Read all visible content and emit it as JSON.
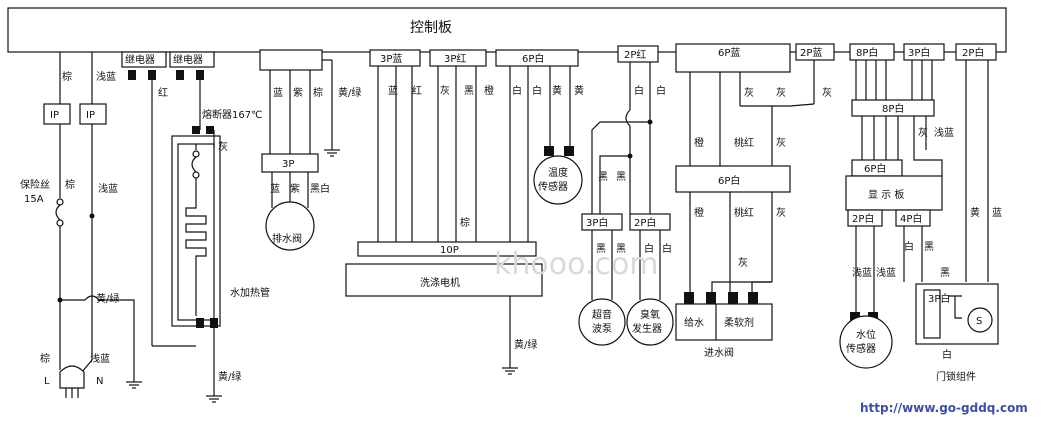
{
  "board": {
    "title": "控制板"
  },
  "relays": [
    "继电器",
    "继电器"
  ],
  "connectors": {
    "drain_3p_top": "",
    "lead_3p_blue": "3P蓝",
    "lead_3p_red": "3P红",
    "lead_6p_white": "6P白",
    "lead_2p_red": "2P红",
    "lead_6p_blue": "6P蓝",
    "lead_2p_blue": "2P蓝",
    "lead_8p_white": "8P白",
    "lead_3p_white": "3P白",
    "lead_2p_white": "2P白",
    "drain_3p": "3P",
    "motor_10p": "10P",
    "mid_8p_white": "8P白",
    "mid_6p_white_display": "6P白",
    "mid_6p_white_valve": "6P白",
    "disp_2p_white": "2P白",
    "disp_4p_white": "4P白",
    "sensor_3p_white": "3P白",
    "sensor_2p_white": "2P白",
    "door_3p_white": "3P白"
  },
  "ip_labels": [
    "IP",
    "IP"
  ],
  "wire_labels": {
    "brown": "棕",
    "light_blue": "浅蓝",
    "red": "红",
    "gray": "灰",
    "blue": "蓝",
    "purple": "紫",
    "yellow_green": "黄/绿",
    "black": "黑",
    "orange": "橙",
    "white": "白",
    "yellow": "黄",
    "pink_red": "桃红",
    "black_white": "黑白"
  },
  "components": {
    "fuse": "保险丝",
    "fuse_rating": "15A",
    "thermal_fuse": "熔断器167℃",
    "heater": "水加热管",
    "drain_valve": "排水阀",
    "wash_motor": "洗涤电机",
    "temp_sensor": [
      "温度",
      "传感器"
    ],
    "ultrasonic_pump": [
      "超音",
      "波泵"
    ],
    "ozone_generator": [
      "臭氧",
      "发生器"
    ],
    "inlet_valve": "进水阀",
    "valve_feed": "给水",
    "valve_softener": "柔软剂",
    "display_board": "显 示 板",
    "water_level_sensor": [
      "水位",
      "传感器"
    ],
    "door_lock": "门锁组件",
    "door_lock_s": "S",
    "door_lock_3p": "3P白"
  },
  "plug": {
    "L": "L",
    "N": "N"
  },
  "watermark": "khooo.com",
  "url": "http://www.go-gddq.com"
}
